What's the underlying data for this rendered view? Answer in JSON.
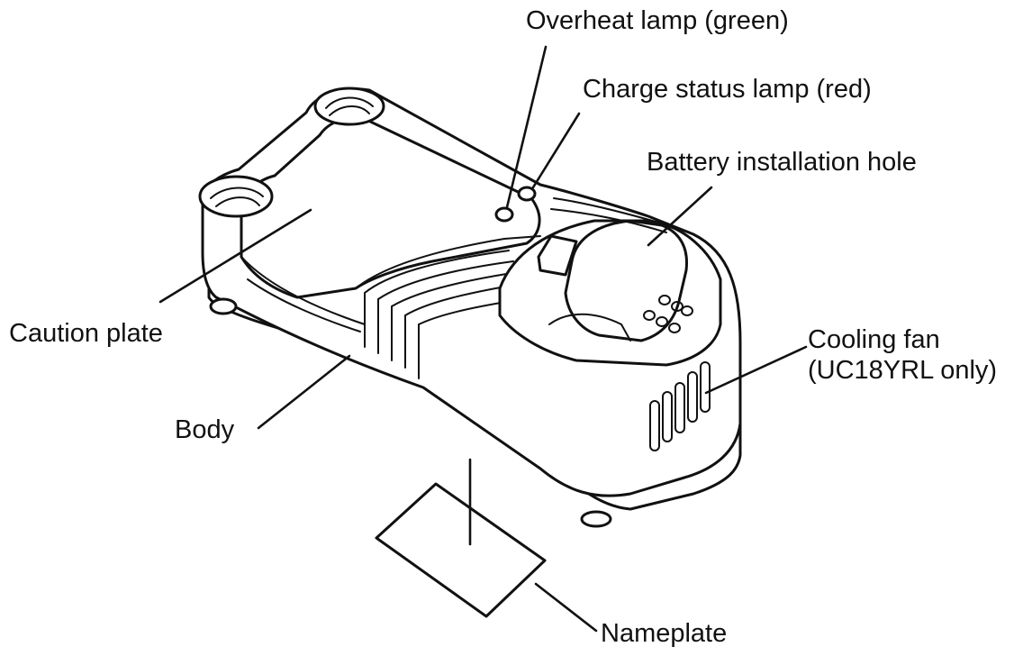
{
  "labels": {
    "overheat_lamp": "Overheat lamp (green)",
    "charge_status_lamp": "Charge status lamp (red)",
    "battery_installation_hole": "Battery installation hole",
    "caution_plate": "Caution plate",
    "cooling_fan_line1": "Cooling fan",
    "cooling_fan_line2": "(UC18YRL only)",
    "body": "Body",
    "nameplate": "Nameplate"
  },
  "colors": {
    "ink": "#111111",
    "background": "#ffffff"
  }
}
